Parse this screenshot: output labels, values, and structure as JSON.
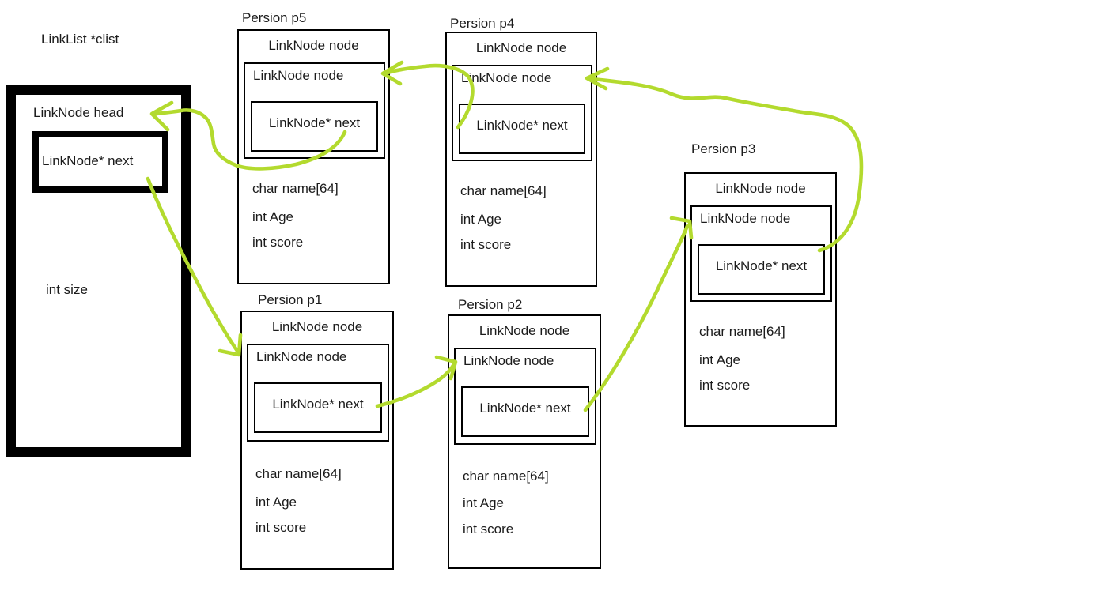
{
  "diagram": {
    "clist": {
      "title": "LinkList *clist",
      "head_label": "LinkNode head",
      "next_label": "LinkNode* next",
      "size_label": "int size"
    },
    "persons": [
      {
        "id": "p5",
        "title": "Persion p5",
        "node_label": "LinkNode node",
        "inner_node_label": "LinkNode node",
        "next_label": "LinkNode* next",
        "fields": [
          "char name[64]",
          "int Age",
          "int score"
        ]
      },
      {
        "id": "p4",
        "title": "Persion p4",
        "node_label": "LinkNode node",
        "inner_node_label": "LinkNode node",
        "next_label": "LinkNode* next",
        "fields": [
          "char name[64]",
          "int Age",
          "int score"
        ]
      },
      {
        "id": "p3",
        "title": "Persion p3",
        "node_label": "LinkNode node",
        "inner_node_label": "LinkNode node",
        "next_label": "LinkNode* next",
        "fields": [
          "char name[64]",
          "int Age",
          "int score"
        ]
      },
      {
        "id": "p1",
        "title": "Persion p1",
        "node_label": "LinkNode node",
        "inner_node_label": "LinkNode node",
        "next_label": "LinkNode* next",
        "fields": [
          "char name[64]",
          "int Age",
          "int score"
        ]
      },
      {
        "id": "p2",
        "title": "Persion p2",
        "node_label": "LinkNode node",
        "inner_node_label": "LinkNode node",
        "next_label": "LinkNode* next",
        "fields": [
          "char name[64]",
          "int Age",
          "int score"
        ]
      }
    ],
    "arrows": {
      "color": "#b3da2e",
      "links": [
        {
          "from": "clist LinkNode* next",
          "to": "Persion p1 LinkNode node"
        },
        {
          "from": "Persion p1 LinkNode* next",
          "to": "Persion p2 LinkNode node"
        },
        {
          "from": "Persion p2 LinkNode* next",
          "to": "Persion p3 LinkNode node"
        },
        {
          "from": "Persion p3 LinkNode* next",
          "to": "Persion p4 LinkNode node"
        },
        {
          "from": "Persion p4 LinkNode* next",
          "to": "Persion p5 LinkNode node"
        },
        {
          "from": "Persion p5 LinkNode* next",
          "to": "clist LinkNode head"
        }
      ]
    }
  }
}
